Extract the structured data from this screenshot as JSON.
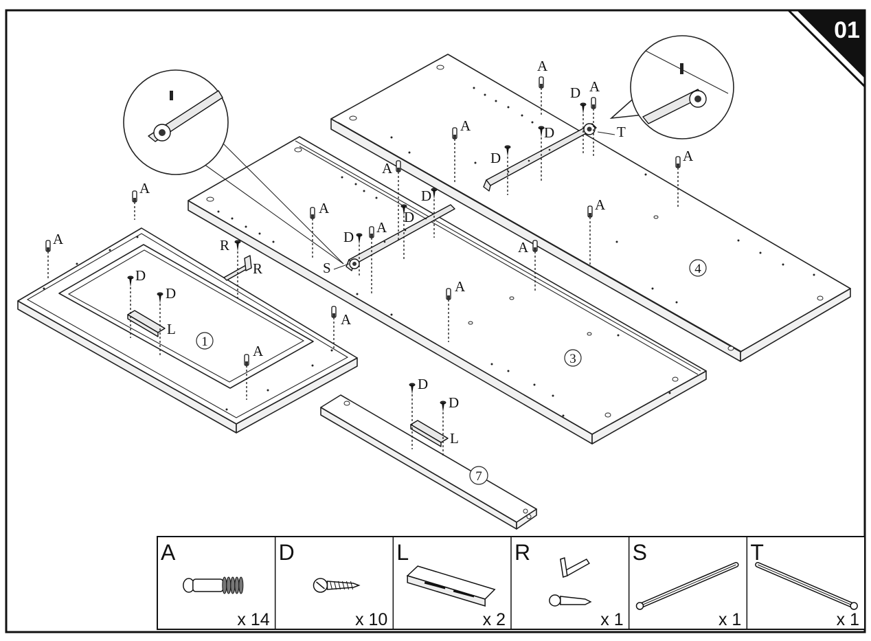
{
  "step": {
    "number": "01"
  },
  "parts": [
    {
      "id": "1",
      "label": "1"
    },
    {
      "id": "3",
      "label": "3"
    },
    {
      "id": "4",
      "label": "4"
    },
    {
      "id": "7",
      "label": "7"
    }
  ],
  "callouts": {
    "cam_dowel": "A",
    "screw": "D",
    "latch": "L",
    "bracket": "R",
    "rail_s": "S",
    "rail_t": "T"
  },
  "hardware": [
    {
      "letter": "A",
      "quantity": "x 14",
      "icon": "cam-dowel-icon"
    },
    {
      "letter": "D",
      "quantity": "x 10",
      "icon": "screw-icon"
    },
    {
      "letter": "L",
      "quantity": "x 2",
      "icon": "magnetic-latch-icon"
    },
    {
      "letter": "R",
      "quantity": "x 1",
      "icon": "angle-bracket-icon"
    },
    {
      "letter": "S",
      "quantity": "x 1",
      "icon": "drawer-rail-icon"
    },
    {
      "letter": "T",
      "quantity": "x 1",
      "icon": "drawer-rail-icon"
    }
  ]
}
